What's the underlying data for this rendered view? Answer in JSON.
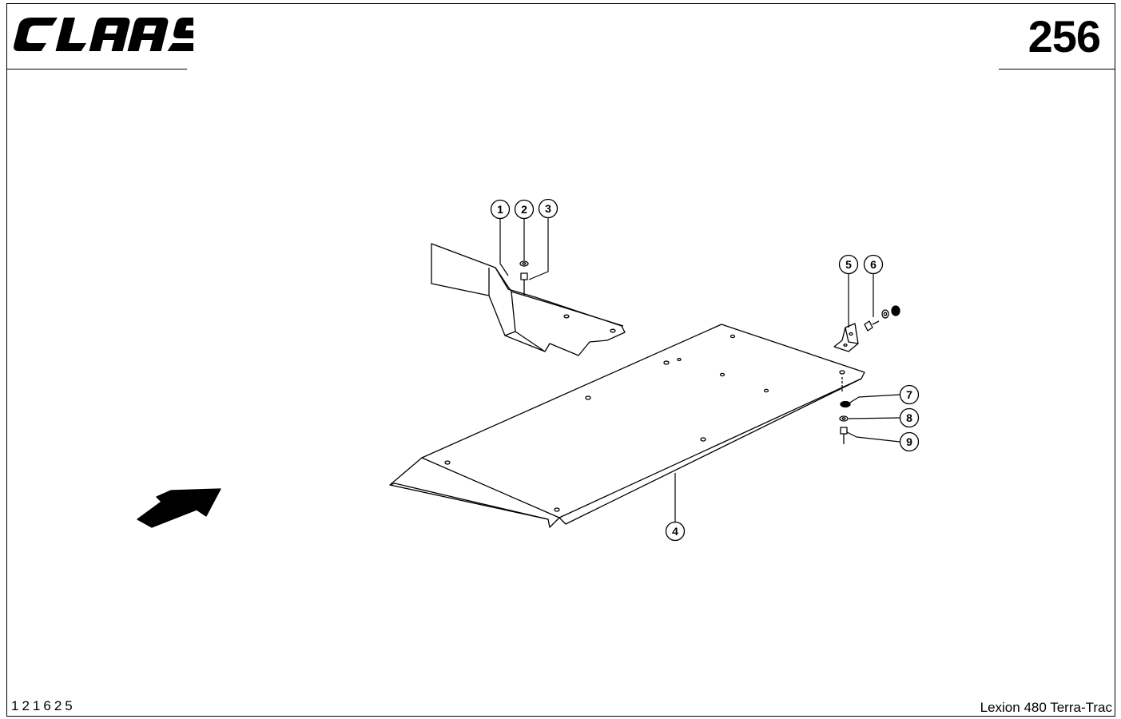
{
  "header": {
    "logo_text": "CLAAS",
    "page_number": "256"
  },
  "footer": {
    "drawing_number": "121625",
    "model": "Lexion 480 Terra-Trac"
  },
  "callouts": [
    {
      "id": "callout-1",
      "label": "1"
    },
    {
      "id": "callout-2",
      "label": "2"
    },
    {
      "id": "callout-3",
      "label": "3"
    },
    {
      "id": "callout-4",
      "label": "4"
    },
    {
      "id": "callout-5",
      "label": "5"
    },
    {
      "id": "callout-6",
      "label": "6"
    },
    {
      "id": "callout-7",
      "label": "7"
    },
    {
      "id": "callout-8",
      "label": "8"
    },
    {
      "id": "callout-9",
      "label": "9"
    }
  ],
  "colors": {
    "ink": "#000000",
    "paper": "#ffffff"
  }
}
